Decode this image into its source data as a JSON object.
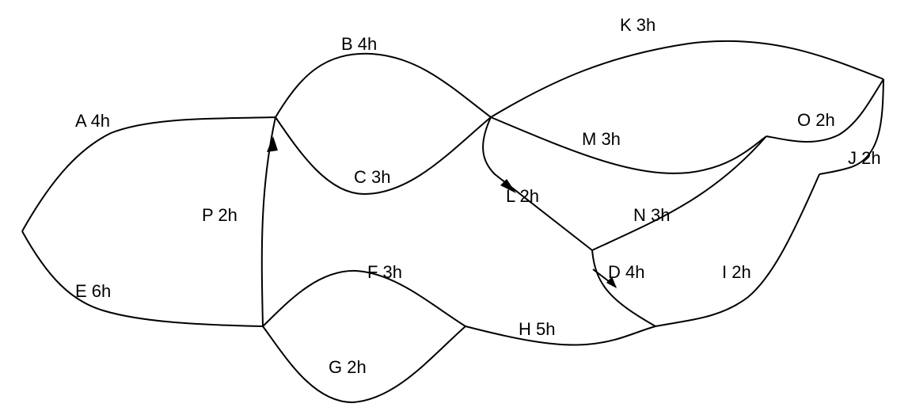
{
  "colors": {
    "line": "#000000",
    "background": "#ffffff"
  },
  "edges": [
    {
      "id": "A",
      "label": "A 4h"
    },
    {
      "id": "B",
      "label": "B 4h"
    },
    {
      "id": "C",
      "label": "C 3h"
    },
    {
      "id": "D",
      "label": "D 4h"
    },
    {
      "id": "E",
      "label": "E 6h"
    },
    {
      "id": "F",
      "label": "F 3h"
    },
    {
      "id": "G",
      "label": "G 2h"
    },
    {
      "id": "H",
      "label": "H 5h"
    },
    {
      "id": "I",
      "label": "I 2h"
    },
    {
      "id": "J",
      "label": "J 2h"
    },
    {
      "id": "K",
      "label": "K 3h"
    },
    {
      "id": "L",
      "label": "L 2h"
    },
    {
      "id": "M",
      "label": "M 3h"
    },
    {
      "id": "N",
      "label": "N 3h"
    },
    {
      "id": "O",
      "label": "O 2h"
    },
    {
      "id": "P",
      "label": "P 2h"
    }
  ]
}
